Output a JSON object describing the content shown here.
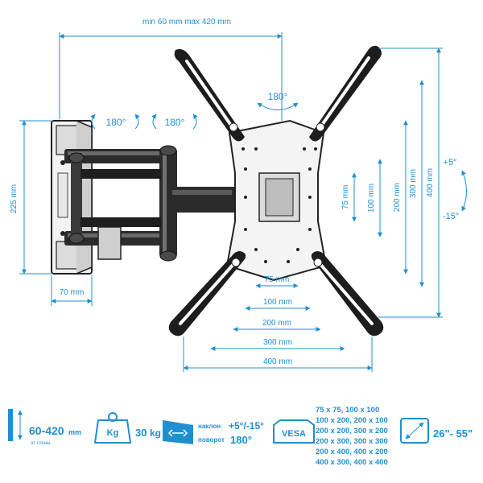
{
  "colors": {
    "accent": "#1f8fd0",
    "metal": "#2a2a2a",
    "plate": "#f2f2f2"
  },
  "dimensions": {
    "arm_extension": "min 60 mm max 420 mm",
    "rotation_top": "180°",
    "rotation_left_1": "180°",
    "rotation_left_2": "180°",
    "wall_plate_height": "225 mm",
    "wall_plate_depth": "70 mm",
    "h75": "75 mm",
    "h100": "100 mm",
    "h200": "200 mm",
    "h300": "300 mm",
    "h400": "400 mm",
    "v75": "75 mm",
    "v100": "100 mm",
    "v200": "200 mm",
    "v300": "300 mm",
    "v400": "400 mm",
    "tilt_up": "+5°",
    "tilt_down": "-15°"
  },
  "specs": {
    "wall_distance": {
      "value": "60-420",
      "unit": "mm",
      "sub": "от стены",
      "icon": "wall-distance-icon"
    },
    "load": {
      "badge": "Kg",
      "value": "30",
      "unit": "kg",
      "icon": "weight-icon"
    },
    "motion": {
      "tilt_label": "наклон",
      "tilt_value": "+5°/-15°",
      "swivel_label": "поворот",
      "swivel_value": "180°",
      "icon": "tilt-swivel-icon"
    },
    "vesa": {
      "badge": "VESA",
      "lines": [
        "75 x 75, 100 x 100",
        "100 x 200, 200 x 100",
        "200 x 200, 300 x 200",
        "200 x 300, 300 x 300",
        "200 x 400, 400 x 200",
        "400 x 300, 400 x 400"
      ],
      "icon": "vesa-icon"
    },
    "screen_size": {
      "value": "26\"- 55\"",
      "icon": "screen-diagonal-icon"
    }
  }
}
